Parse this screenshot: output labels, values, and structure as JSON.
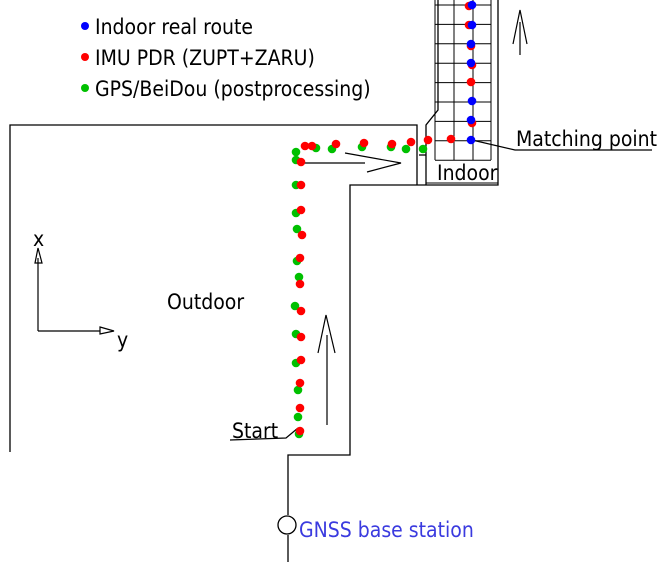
{
  "legend": [
    {
      "label": "Indoor real route",
      "color": "#0000ff"
    },
    {
      "label": "IMU PDR (ZUPT+ZARU)",
      "color": "#ff0000"
    },
    {
      "label": "GPS/BeiDou (postprocessing)",
      "color": "#00c000"
    }
  ],
  "labels": {
    "outdoor": "Outdoor",
    "indoor": "Indoor",
    "start": "Start",
    "matching_point": "Matching point",
    "gnss": "GNSS base station",
    "axis_x": "x",
    "axis_y": "y"
  },
  "colors": {
    "line": "#000000",
    "gnss_text": "#3a3adf"
  }
}
